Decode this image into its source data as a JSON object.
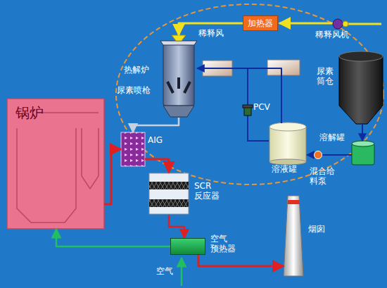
{
  "diagram": {
    "nodes": [
      {
        "text": [
          "锅炉"
        ]
      },
      {
        "text": [
          "加热器"
        ]
      },
      {
        "text": [
          "热解炉"
        ]
      },
      {
        "text": [
          "尿素 筒仓"
        ]
      },
      {
        "text": [
          "溶解罐"
        ]
      },
      {
        "text": [
          "溶液罐"
        ]
      },
      {
        "text": [
          "AIG"
        ]
      },
      {
        "text": [
          "SCR 反应器"
        ]
      },
      {
        "text": [
          "空气 预热器"
        ]
      },
      {
        "text": [
          "烟囱"
        ]
      }
    ],
    "edges": [
      {
        "from": 1,
        "to": 2,
        "arrow": "to"
      },
      {
        "from": 3,
        "to": 4,
        "arrow": "to"
      },
      {
        "from": 4,
        "to": 5,
        "arrow": "to"
      },
      {
        "from": 5,
        "to": 2,
        "arrow": "to"
      },
      {
        "from": 2,
        "to": 6,
        "arrow": "to"
      },
      {
        "from": 0,
        "to": 6,
        "arrow": "to"
      },
      {
        "from": 6,
        "to": 7,
        "arrow": "to"
      },
      {
        "from": 7,
        "to": 8,
        "arrow": "to"
      },
      {
        "from": 8,
        "to": 9,
        "arrow": "to"
      },
      {
        "from": 8,
        "to": 0,
        "arrow": "to"
      }
    ],
    "labels": [
      "稀释风",
      "稀释风机",
      "尿素喷枪",
      "PCV",
      "混合给 料泵",
      "空气"
    ]
  }
}
